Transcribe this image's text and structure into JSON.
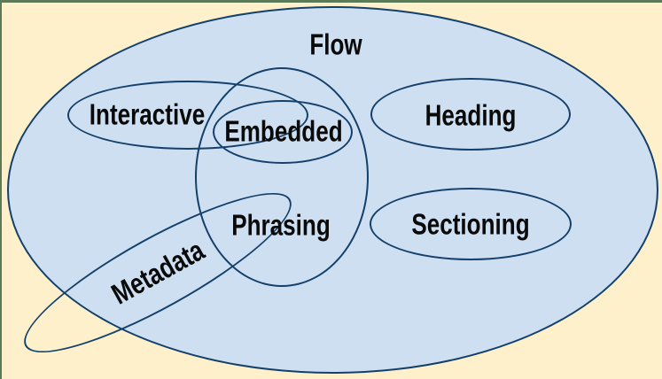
{
  "diagram": {
    "type": "venn",
    "sets": [
      {
        "id": "flow",
        "label": "Flow"
      },
      {
        "id": "interactive",
        "label": "Interactive"
      },
      {
        "id": "embedded",
        "label": "Embedded"
      },
      {
        "id": "phrasing",
        "label": "Phrasing"
      },
      {
        "id": "heading",
        "label": "Heading"
      },
      {
        "id": "sectioning",
        "label": "Sectioning"
      },
      {
        "id": "metadata",
        "label": "Metadata"
      }
    ],
    "labels": {
      "flow": "Flow",
      "interactive": "Interactive",
      "embedded": "Embedded",
      "phrasing": "Phrasing",
      "heading": "Heading",
      "sectioning": "Sectioning",
      "metadata": "Metadata"
    }
  },
  "colors": {
    "page_background": "#fdf0cb",
    "flow_set_fill": "#cedff1",
    "ellipse_stroke": "#14406c",
    "frame_border": "#5d7a58",
    "label_text": "#0a0a0a"
  }
}
